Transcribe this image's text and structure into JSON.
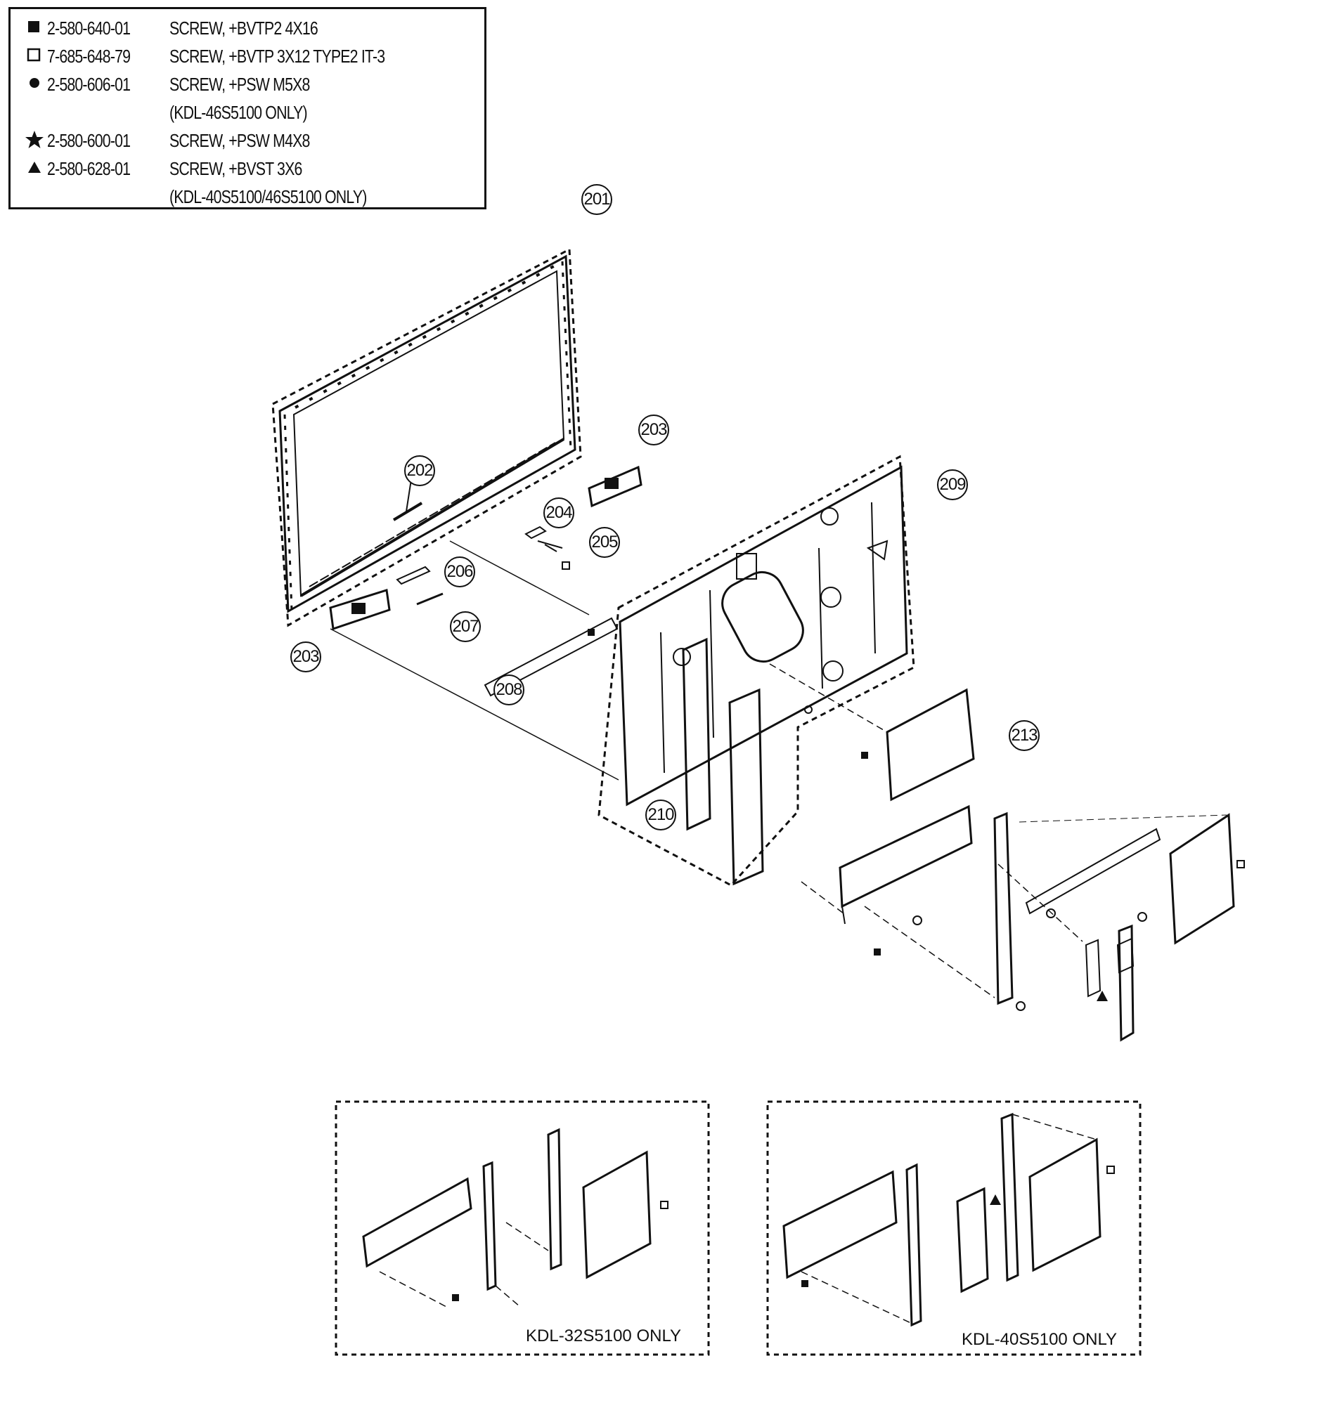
{
  "legend": {
    "rows": [
      {
        "symbol": "filled-square",
        "part": "2-580-640-01",
        "desc": "SCREW, +BVTP2 4X16"
      },
      {
        "symbol": "open-square",
        "part": "7-685-648-79",
        "desc": "SCREW, +BVTP 3X12 TYPE2 IT-3"
      },
      {
        "symbol": "filled-circle",
        "part": "2-580-606-01",
        "desc": "SCREW, +PSW M5X8"
      },
      {
        "symbol": "",
        "part": "",
        "desc": "(KDL-46S5100 ONLY)"
      },
      {
        "symbol": "star",
        "part": "2-580-600-01",
        "desc": "SCREW, +PSW M4X8"
      },
      {
        "symbol": "triangle",
        "part": "2-580-628-01",
        "desc": "SCREW, +BVST 3X6"
      },
      {
        "symbol": "",
        "part": "",
        "desc": "(KDL-40S5100/46S5100 ONLY)"
      }
    ]
  },
  "callouts": [
    {
      "id": "c201",
      "label": "201"
    },
    {
      "id": "c202",
      "label": "202"
    },
    {
      "id": "c203a",
      "label": "203"
    },
    {
      "id": "c203b",
      "label": "203"
    },
    {
      "id": "c204",
      "label": "204"
    },
    {
      "id": "c205",
      "label": "205"
    },
    {
      "id": "c206",
      "label": "206"
    },
    {
      "id": "c207",
      "label": "207"
    },
    {
      "id": "c208",
      "label": "208"
    },
    {
      "id": "c209",
      "label": "209"
    },
    {
      "id": "c210",
      "label": "210"
    },
    {
      "id": "c213",
      "label": "213"
    }
  ],
  "variants": {
    "left_label": "KDL-32S5100 ONLY",
    "right_label": "KDL-40S5100 ONLY"
  },
  "colors": {
    "ink": "#111111",
    "paper": "#ffffff"
  }
}
